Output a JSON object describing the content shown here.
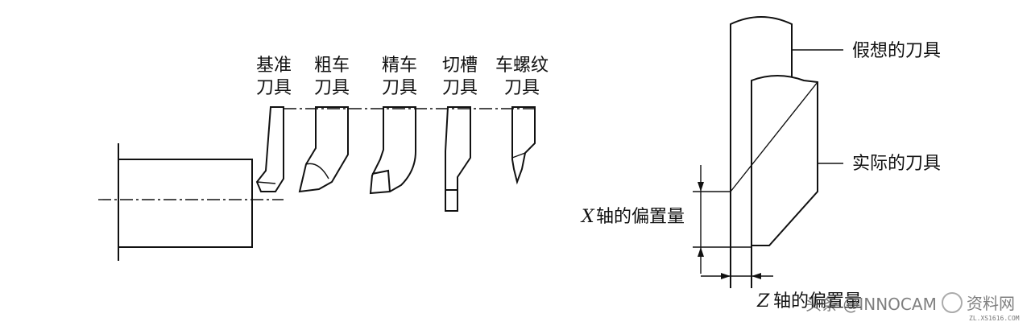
{
  "left_diagram": {
    "tools": [
      {
        "line1": "基准",
        "line2": "刀具"
      },
      {
        "line1": "粗车",
        "line2": "刀具"
      },
      {
        "line1": "精车",
        "line2": "刀具"
      },
      {
        "line1": "切槽",
        "line2": "刀具"
      },
      {
        "line1": "车螺纹",
        "line2": "刀具"
      }
    ]
  },
  "right_diagram": {
    "imaginary_tool": "假想的刀具",
    "actual_tool": "实际的刀具",
    "x_axis_letter": "X",
    "x_offset_label": "轴的偏置量",
    "z_axis_letter": "Z",
    "z_offset_label": "轴的偏置量"
  },
  "watermark": {
    "text": "头条 @INNOCAM",
    "logo_text": "资料网",
    "logo_url": "ZL.XS1616.COM"
  }
}
